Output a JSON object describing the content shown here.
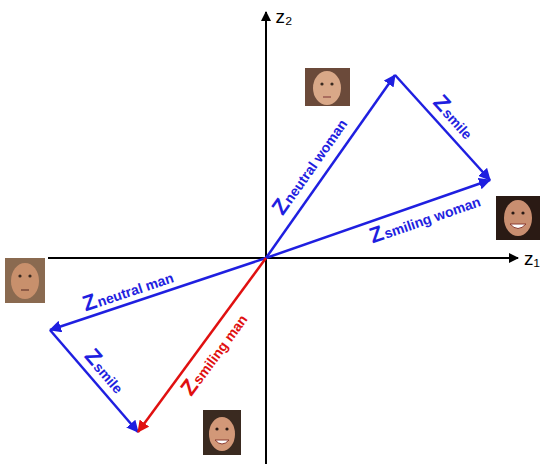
{
  "diagram": {
    "labels": [
      "z₂",
      "Z",
      "neutral woman",
      "Z",
      "smile",
      "Z",
      "smiling woman",
      "z₁",
      "Z",
      "neutral man",
      "Z",
      "smile",
      "Z",
      "smiling man"
    ]
  }
}
